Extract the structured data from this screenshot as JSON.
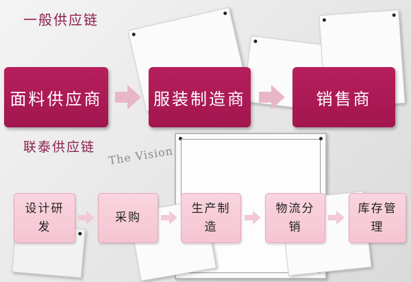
{
  "diagram": {
    "general_title": "一般供应链",
    "general_nodes": [
      "面料供应商",
      "服装制造商",
      "销售商"
    ],
    "lt_title": "联泰供应链",
    "lt_nodes": [
      "设计研发",
      "采购",
      "生产制造",
      "物流分销",
      "库存管理"
    ],
    "watermark": "The Vision",
    "colors": {
      "primary_box": "#a8184f",
      "primary_arrow": "#e7b7c7",
      "secondary_box": "#f7cfd9",
      "secondary_arrow": "#f2c9d5",
      "title_text": "#8c1d4a"
    }
  }
}
